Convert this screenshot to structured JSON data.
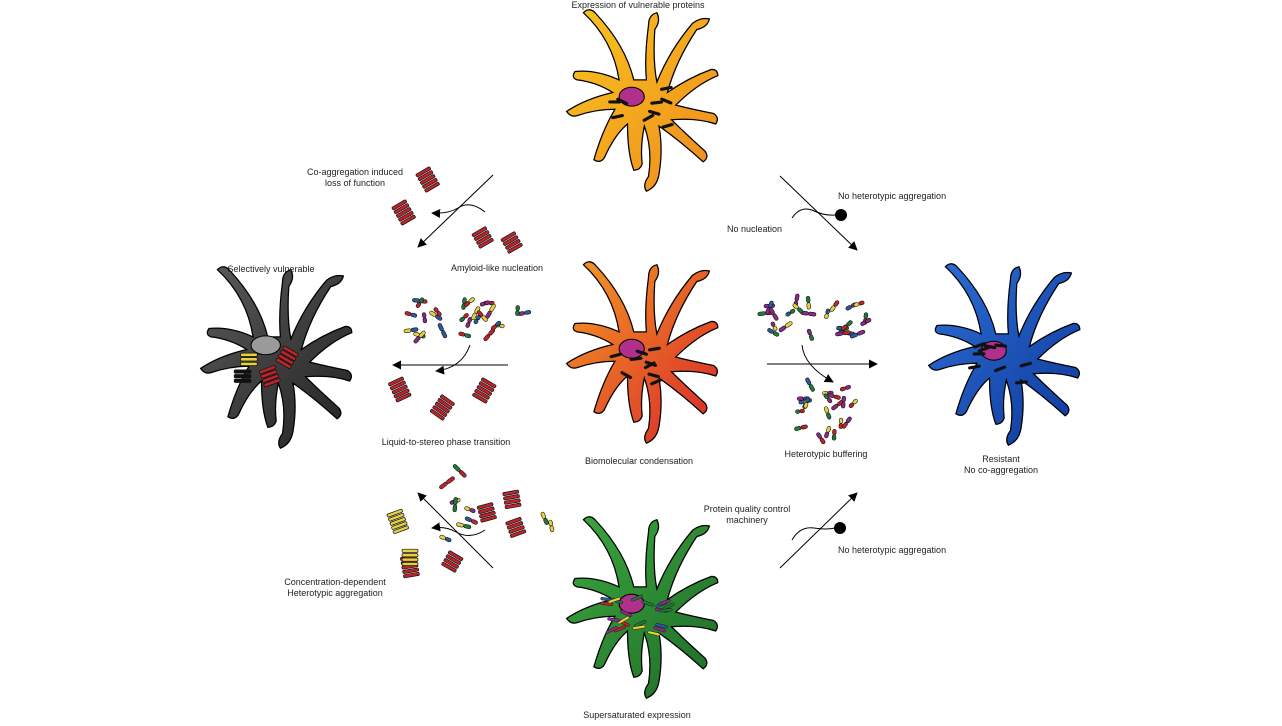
{
  "cells": {
    "top": {
      "caption": "Expression of vulnerable proteins",
      "colors": [
        "#f7c51e",
        "#f08a1e"
      ]
    },
    "center": {
      "caption": "Biomolecular condensation",
      "colors": [
        "#f39a24",
        "#d8262a"
      ]
    },
    "left": {
      "caption": "Selectively vulnerable",
      "colors": [
        "#5a5a5a",
        "#222222"
      ]
    },
    "right": {
      "caption_lines": [
        "Resistant",
        "No co-aggregation"
      ],
      "colors": [
        "#2b6fd6",
        "#10389a"
      ]
    },
    "bottom": {
      "caption": "Supersaturated expression",
      "colors": [
        "#3ca83c",
        "#1e6a2a"
      ]
    }
  },
  "nucleus_color": "#b0308c",
  "labels": {
    "coaggregation_lines": [
      "Co-aggregation induced",
      "loss of function"
    ],
    "amyloid_nucleation": "Amyloid-like nucleation",
    "no_heterotypic_top": "No heterotypic aggregation",
    "no_nucleation": "No nucleation",
    "liquid_to_stereo": "Liquid-to-stereo phase transition",
    "heterotypic_buffering": "Heterotypic buffering",
    "pqc_lines": [
      "Protein quality control",
      "machinery"
    ],
    "no_heterotypic_bottom": "No heterotypic aggregation",
    "concentration_lines": [
      "Concentration-dependent",
      "Heterotypic aggregation"
    ]
  },
  "palette": {
    "fibril_red": "#c0232a",
    "fibril_yellow": "#e8d23a",
    "protein_colors": [
      "#c0232a",
      "#e8d23a",
      "#8a2a8a",
      "#1f7a3a",
      "#2a5aa0"
    ]
  }
}
